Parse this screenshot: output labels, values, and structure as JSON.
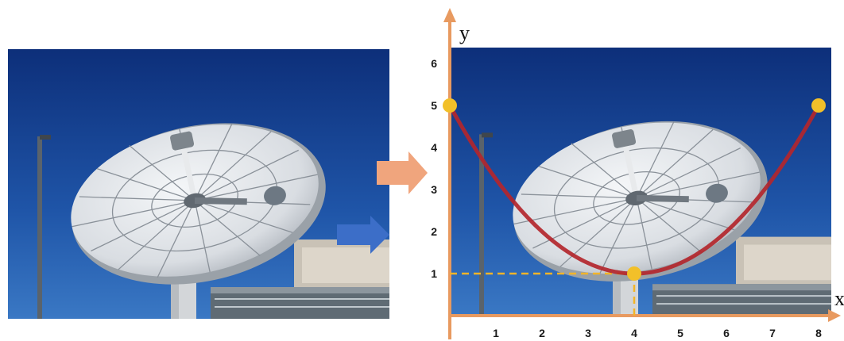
{
  "chart_data": {
    "type": "line",
    "title": "",
    "xlabel": "x",
    "ylabel": "y",
    "xlim": [
      0,
      8.4
    ],
    "ylim": [
      0,
      6.4
    ],
    "x_ticks": [
      "1",
      "2",
      "3",
      "4",
      "5",
      "6",
      "7",
      "8"
    ],
    "y_ticks": [
      "1",
      "2",
      "3",
      "4",
      "5",
      "6"
    ],
    "series": [
      {
        "type": "parabola",
        "vertex": [
          4,
          1
        ],
        "a": 0.25
      }
    ],
    "points": [
      {
        "x": 0,
        "y": 5
      },
      {
        "x": 4,
        "y": 1
      },
      {
        "x": 8,
        "y": 5
      }
    ],
    "guides": [
      {
        "from": [
          0,
          1
        ],
        "to": [
          4,
          1
        ]
      },
      {
        "from": [
          4,
          0
        ],
        "to": [
          4,
          1
        ]
      }
    ],
    "grid": false,
    "legend": "none"
  },
  "colors": {
    "axis": "#e89a60",
    "curve": "#b3262d",
    "point": "#f2c029",
    "guide": "#f2b429",
    "arrow_left": "#f0a57d",
    "arrow_right": "#3c6ec8",
    "sky_top": "#0d2f7a",
    "sky_bottom": "#2f6fc0"
  }
}
